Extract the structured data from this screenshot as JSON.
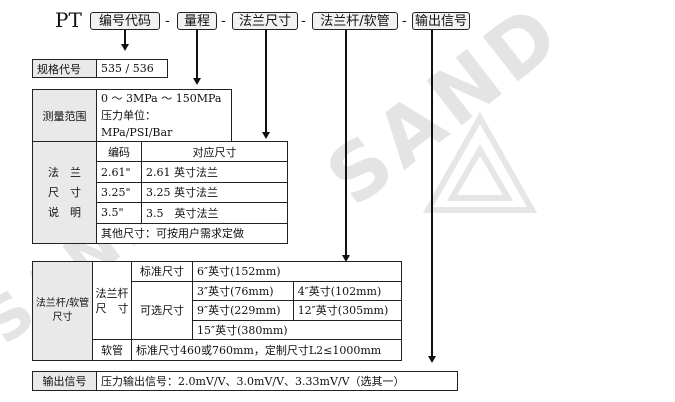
{
  "header": {
    "prefix": "PT",
    "segments": [
      "编号代码",
      "量程",
      "法兰尺寸",
      "法兰杆/软管",
      "输出信号"
    ],
    "separator": "-"
  },
  "watermark": "SAND",
  "spec_code": {
    "label": "规格代号",
    "value": "535 / 536"
  },
  "range": {
    "label": "测量范围",
    "line1": "0 ～ 3MPa ～ 150MPa",
    "line2": "压力单位：MPa/PSI/Bar"
  },
  "flange": {
    "label_chars": [
      "法　兰",
      "尺　寸",
      "说　明"
    ],
    "col_code": "编码",
    "col_size": "对应尺寸",
    "rows": [
      {
        "code": "2.61\"",
        "size": "2.61 英寸法兰"
      },
      {
        "code": "3.25\"",
        "size": "3.25 英寸法兰"
      },
      {
        "code": "3.5\"",
        "size": "3.5　英寸法兰"
      }
    ],
    "other": "其他尺寸：可按用户需求定做"
  },
  "rod": {
    "label": "法兰杆/软管",
    "label2": "尺寸",
    "sub_label_1": "法兰杆",
    "sub_label_2": "尺　寸",
    "standard_label": "标准尺寸",
    "standard_value": "6″英寸(152mm)",
    "optional_label": "可选尺寸",
    "optional": [
      "3″英寸(76mm)",
      "4″英寸(102mm)",
      "9″英寸(229mm)",
      "12″英寸(305mm)",
      "15″英寸(380mm)"
    ],
    "hose_label": "软管",
    "hose_value": "标准尺寸460或760mm，定制尺寸L2≤1000mm"
  },
  "output": {
    "label": "输出信号",
    "value": "压力输出信号：2.0mV/V、3.0mV/V、3.33mV/V（选其一）"
  }
}
